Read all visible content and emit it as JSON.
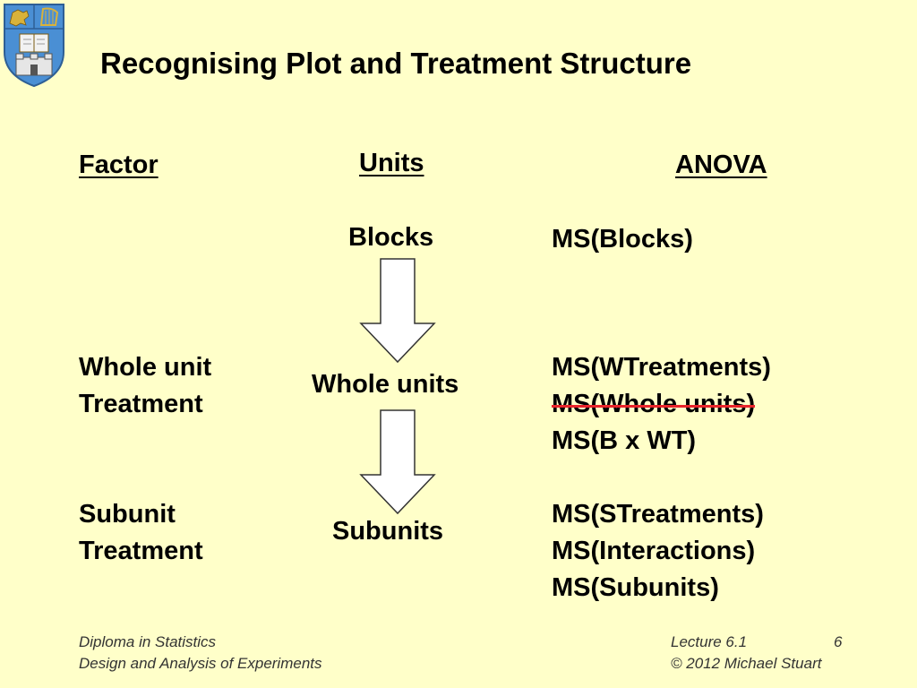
{
  "title": "Recognising Plot and Treatment Structure",
  "columns": {
    "factor": "Factor",
    "units": "Units",
    "anova": "ANOVA"
  },
  "factors": {
    "whole_unit_line1": "Whole unit",
    "whole_unit_line2": "Treatment",
    "subunit_line1": "Subunit",
    "subunit_line2": "Treatment"
  },
  "units": {
    "blocks": "Blocks",
    "whole_units": "Whole units",
    "subunits": "Subunits"
  },
  "anova": {
    "blocks": "MS(Blocks)",
    "wtreatments": "MS(WTreatments)",
    "whole_units": "MS(Whole units)",
    "b_x_wt": "MS(B x WT)",
    "streatments": "MS(STreatments)",
    "interactions": "MS(Interactions)",
    "subunits": "MS(Subunits)"
  },
  "footer": {
    "left_line1": "Diploma in Statistics",
    "left_line2": "Design and Analysis of Experiments",
    "lecture": "Lecture 6.1",
    "page": "6",
    "copyright": "© 2012 Michael Stuart"
  },
  "colors": {
    "background": "#FFFFC9",
    "strike": "#E8242B",
    "crest_blue": "#4A8FD4",
    "crest_gold": "#D9B23A"
  },
  "icons": {
    "crest": "university-crest",
    "arrow": "down-arrow-icon"
  }
}
